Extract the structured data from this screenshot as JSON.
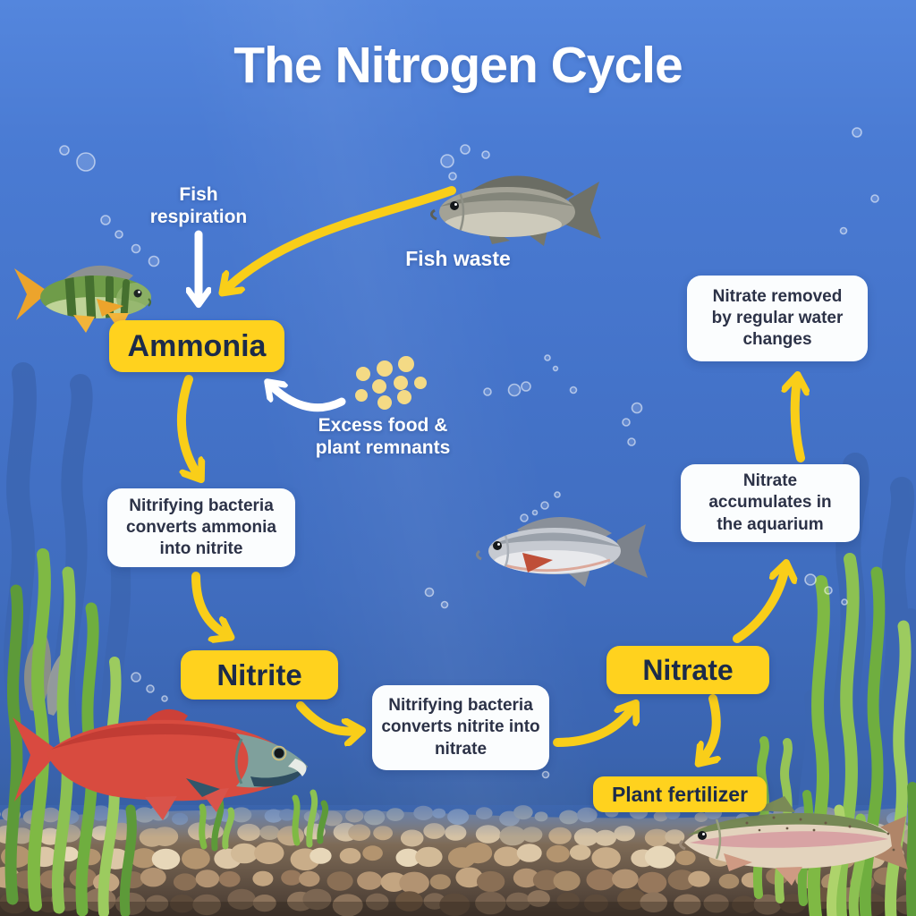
{
  "title": "The Nitrogen Cycle",
  "inputs": {
    "fish_respiration": "Fish respiration",
    "fish_waste": "Fish waste",
    "excess_food": "Excess food & plant remnants"
  },
  "stages": {
    "ammonia": "Ammonia",
    "nitrite": "Nitrite",
    "nitrate": "Nitrate",
    "plant_fertilizer": "Plant fertilizer"
  },
  "processes": {
    "ammonia_to_nitrite": "Nitrifying bacteria converts ammonia into nitrite",
    "nitrite_to_nitrate": "Nitrifying bacteria converts nitrite into nitrate",
    "nitrate_accumulates": "Nitrate accumulates in the aquarium",
    "nitrate_removed": "Nitrate removed by regular water changes"
  },
  "colors": {
    "water_blue": "#4473C9",
    "stage_yellow": "#FFD21E",
    "arrow_yellow": "#F9CE19",
    "stage_text_navy": "#1C2B4A",
    "process_text": "#2C3247",
    "label_white": "#FFFFFF"
  },
  "illustrations": [
    "green-perch-fish",
    "gray-carp-fish",
    "silver-fish",
    "red-salmon-fish",
    "rainbow-trout-fish",
    "food-pellets",
    "bubbles",
    "seaweed",
    "gravel"
  ]
}
